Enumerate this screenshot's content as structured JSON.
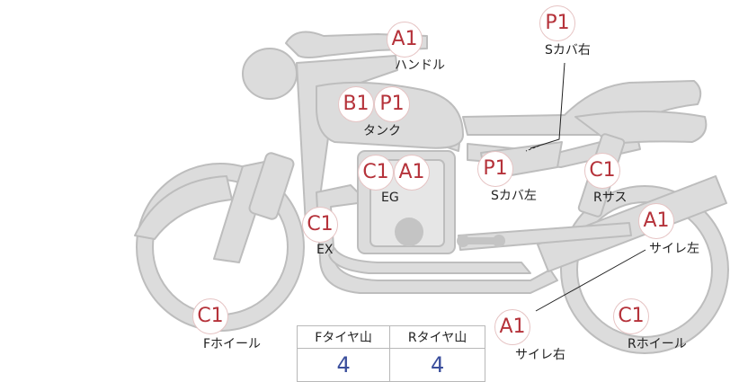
{
  "diagram": {
    "colors": {
      "bike_fill": "#dcdcdc",
      "bike_stroke": "#bdbdbd",
      "badge_text": "#b5323a",
      "value_text": "#3a4e9c"
    },
    "parts": [
      {
        "id": "handle",
        "grades": [
          "A1"
        ],
        "label": "ハンドル"
      },
      {
        "id": "s-cover-r",
        "grades": [
          "P1"
        ],
        "label": "Sカバ右"
      },
      {
        "id": "tank",
        "grades": [
          "B1",
          "P1"
        ],
        "label": "タンク"
      },
      {
        "id": "engine",
        "grades": [
          "C1",
          "A1"
        ],
        "label": "EG"
      },
      {
        "id": "s-cover-l",
        "grades": [
          "P1"
        ],
        "label": "Sカバ左"
      },
      {
        "id": "r-sus",
        "grades": [
          "C1"
        ],
        "label": "Rサス"
      },
      {
        "id": "exhaust",
        "grades": [
          "C1"
        ],
        "label": "EX"
      },
      {
        "id": "muffler-l",
        "grades": [
          "A1"
        ],
        "label": "サイレ左"
      },
      {
        "id": "f-wheel",
        "grades": [
          "C1"
        ],
        "label": "Fホイール"
      },
      {
        "id": "muffler-r",
        "grades": [
          "A1"
        ],
        "label": "サイレ右"
      },
      {
        "id": "r-wheel",
        "grades": [
          "C1"
        ],
        "label": "Rホイール"
      }
    ],
    "tire_table": {
      "headers": [
        "Fタイヤ山",
        "Rタイヤ山"
      ],
      "values": [
        "4",
        "4"
      ]
    }
  }
}
